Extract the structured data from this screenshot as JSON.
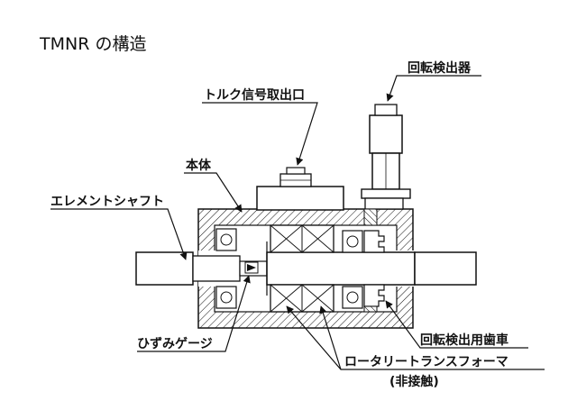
{
  "diagram": {
    "title": "TMNR の構造",
    "labels": {
      "rotation_detector": "回転検出器",
      "torque_signal_output": "トルク信号取出口",
      "body": "本体",
      "element_shaft": "エレメントシャフト",
      "strain_gauge": "ひずみゲージ",
      "rotation_detection_gear": "回転検出用歯車",
      "rotary_transformer": "ロータリートランスフォーマ",
      "rotary_transformer_note": "(非接触)"
    }
  }
}
